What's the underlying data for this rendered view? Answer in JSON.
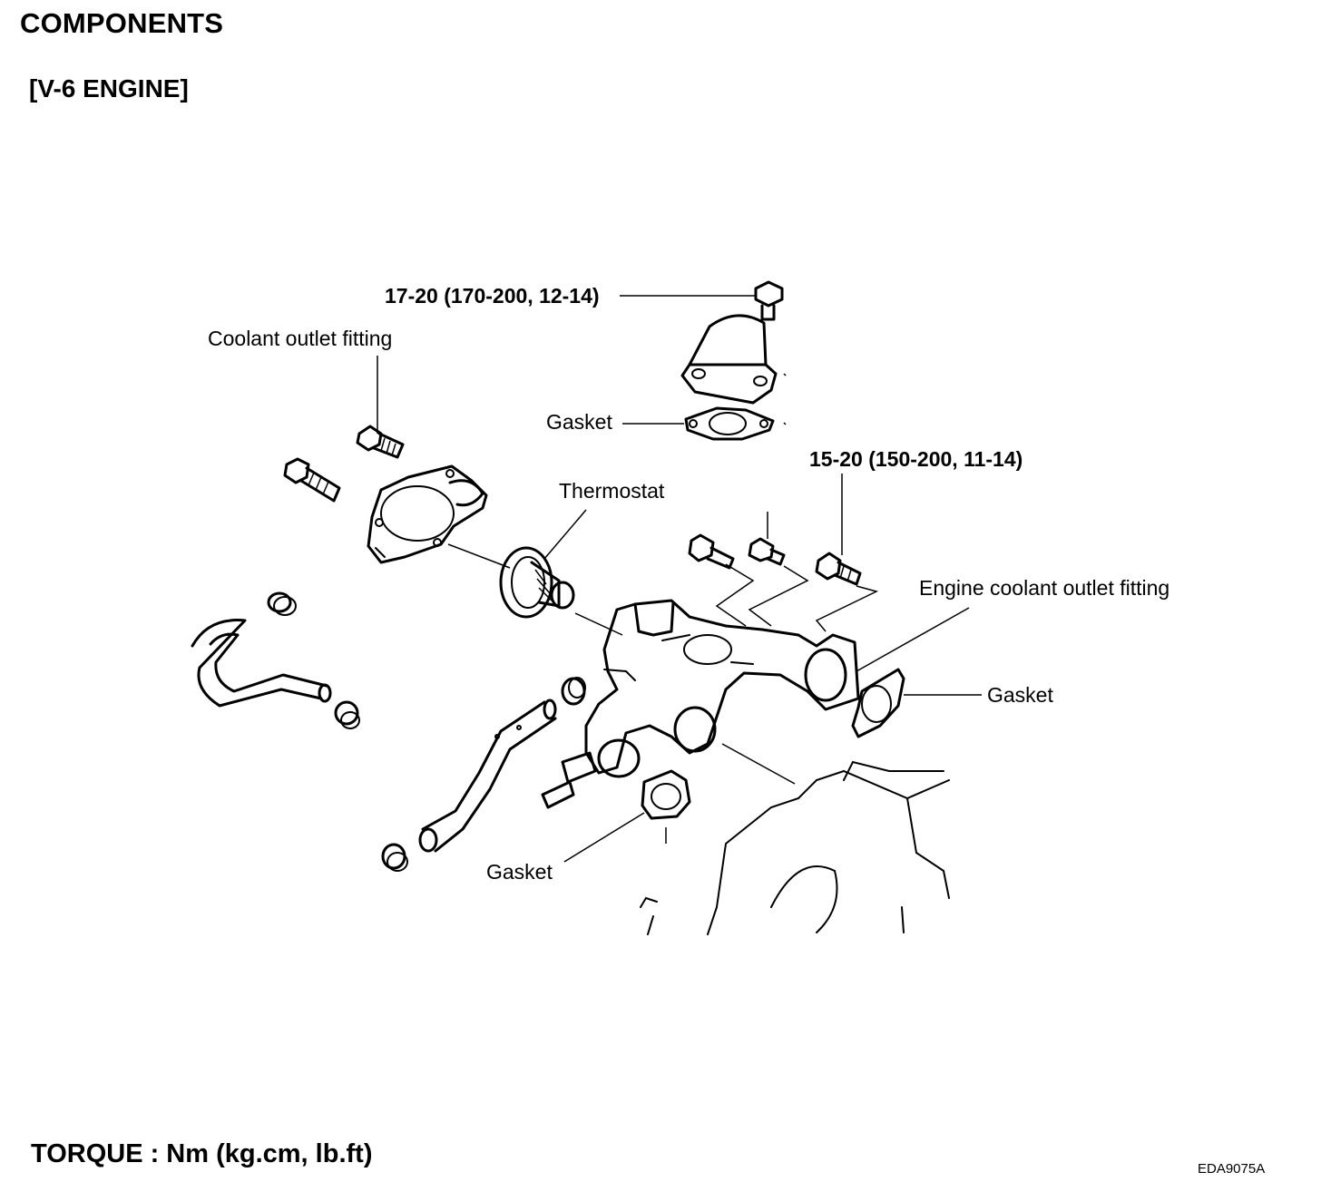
{
  "header": {
    "title": "COMPONENTS",
    "subtitle": "[V-6 ENGINE]"
  },
  "labels": {
    "torque_top": "17-20 (170-200, 12-14)",
    "coolant_outlet_fitting": "Coolant outlet fitting",
    "gasket_top": "Gasket",
    "thermostat": "Thermostat",
    "torque_right": "15-20 (150-200, 11-14)",
    "engine_coolant_outlet_fitting": "Engine coolant outlet fitting",
    "gasket_right": "Gasket",
    "gasket_bottom": "Gasket"
  },
  "footer": {
    "torque_units": "TORQUE : Nm (kg.cm, lb.ft)",
    "figure_code": "EDA9075A"
  }
}
